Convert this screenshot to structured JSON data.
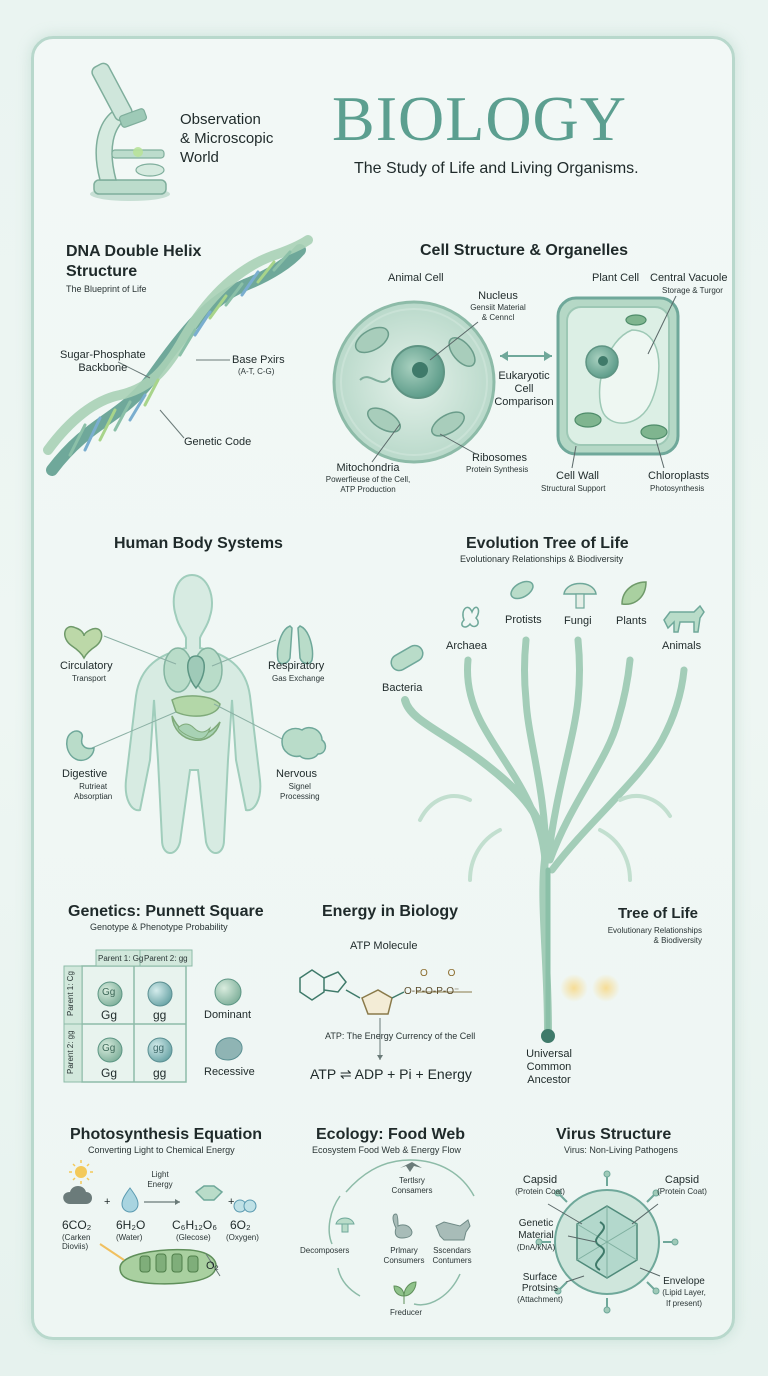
{
  "header": {
    "title": "BIOLOGY",
    "subtitle": "The Study of Life and Living Organisms.",
    "observation_line1": "Observation",
    "observation_line2": "& Microscopic",
    "observation_line3": "World"
  },
  "dna": {
    "title_line1": "DNA Double Helix",
    "title_line2": "Structure",
    "subtitle": "The Blueprint of Life",
    "backbone_line1": "Sugar-Phosphate",
    "backbone_line2": "Backbone",
    "base_pairs": "Base Pxirs",
    "base_pairs_sub": "(A-T, C-G)",
    "genetic_code": "Genetic Code"
  },
  "cell": {
    "title": "Cell Structure & Organelles",
    "animal_cell": "Animal Cell",
    "plant_cell": "Plant Cell",
    "nucleus": "Nucleus",
    "nucleus_sub1": "Gensiit Material",
    "nucleus_sub2": "& Cenncl",
    "central_vacuole": "Central Vacuole",
    "central_vacuole_sub": "Storage & Turgor",
    "eukaryotic_line1": "Eukaryotic",
    "eukaryotic_line2": "Cell",
    "eukaryotic_line3": "Comparison",
    "ribosomes": "Ribosomes",
    "ribosomes_sub": "Protein Synthesis",
    "mitochondria": "Mitochondria",
    "mitochondria_sub1": "Powerfieuse of the Cell,",
    "mitochondria_sub2": "ATP Production",
    "cell_wall": "Cell Wall",
    "cell_wall_sub": "Structural Support",
    "chloroplasts": "Chloroplasts",
    "chloroplasts_sub": "Photosynthesis"
  },
  "body": {
    "title": "Human Body Systems",
    "circulatory": "Circulatory",
    "circulatory_sub": "Transport",
    "respiratory": "Respiratory",
    "respiratory_sub": "Gas Exchange",
    "digestive": "Digestive",
    "digestive_sub1": "Rutrieat",
    "digestive_sub2": "Absorptian",
    "nervous": "Nervous",
    "nervous_sub1": "Signel",
    "nervous_sub2": "Processing"
  },
  "evolution": {
    "title": "Evolution Tree of Life",
    "subtitle": "Evolutionary Relationships & Biodiversity",
    "bacteria": "Bacteria",
    "archaea": "Archaea",
    "protists": "Protists",
    "fungi": "Fungi",
    "plants": "Plants",
    "animals": "Animals",
    "tree_title": "Tree of Life",
    "tree_sub1": "Evolutionary Relationships",
    "tree_sub2": "& Biodiversity",
    "ancestor_line1": "Universal",
    "ancestor_line2": "Common",
    "ancestor_line3": "Ancestor"
  },
  "genetics": {
    "title": "Genetics: Punnett Square",
    "subtitle": "Genotype & Phenotype Probability",
    "parent1": "Parent 1: Gg",
    "parent2": "Parent 2: gg",
    "side1": "Parent 1: Cg",
    "side2": "Parent 2: gg",
    "cells": [
      "Gg",
      "gg",
      "Gg",
      "gg"
    ],
    "ball_labels": [
      "Gg",
      "",
      "Gg",
      "gg"
    ],
    "dominant": "Dominant",
    "recessive": "Recessive"
  },
  "energy": {
    "title": "Energy in Biology",
    "atp_molecule": "ATP Molecule",
    "caption": "ATP: The Energy Currency of the Cell",
    "equation": "ATP ⇌ ADP + Pi + Energy"
  },
  "photosynthesis": {
    "title": "Photosynthesis Equation",
    "subtitle": "Converting Light to Chemical Energy",
    "light_line1": "Light",
    "light_line2": "Energy",
    "co2": "6CO₂",
    "co2_sub1": "(Carken",
    "co2_sub2": "Dioviis)",
    "h2o": "6H₂O",
    "h2o_sub": "(Water)",
    "glucose": "C₆H₁₂O₆",
    "glucose_sub": "(Glecose)",
    "o2": "6O₂",
    "o2_sub": "(Oxygen)",
    "o2_out": "O₂"
  },
  "ecology": {
    "title": "Ecology: Food Web",
    "subtitle": "Ecosystem Food Web & Energy Flow",
    "tertiary_line1": "Tertlsry",
    "tertiary_line2": "Consamers",
    "decomposers": "Decomposers",
    "primary_line1": "Prlmary",
    "primary_line2": "Consumers",
    "secondary_line1": "Sscendars",
    "secondary_line2": "Contumers",
    "producer": "Freducer"
  },
  "virus": {
    "title": "Virus Structure",
    "subtitle": "Virus: Non-Living Pathogens",
    "capsid_left": "Capsid",
    "capsid_left_sub": "(Protein Coat)",
    "capsid_right": "Capsid",
    "capsid_right_sub": "(Protein Coat)",
    "genetic_line1": "Genetic",
    "genetic_line2": "Material",
    "genetic_line3": "(DnA/kNA)",
    "surface_line1": "Surface",
    "surface_line2": "Protsins",
    "surface_line3": "(Attachment)",
    "envelope_line1": "Envelope",
    "envelope_line2": "(Lipid Layer,",
    "envelope_line3": "If present)"
  },
  "colors": {
    "accent": "#5a9a8a",
    "light_green": "#a8d0b8",
    "frame": "#b8d8cc",
    "glow": "#f0c060"
  }
}
